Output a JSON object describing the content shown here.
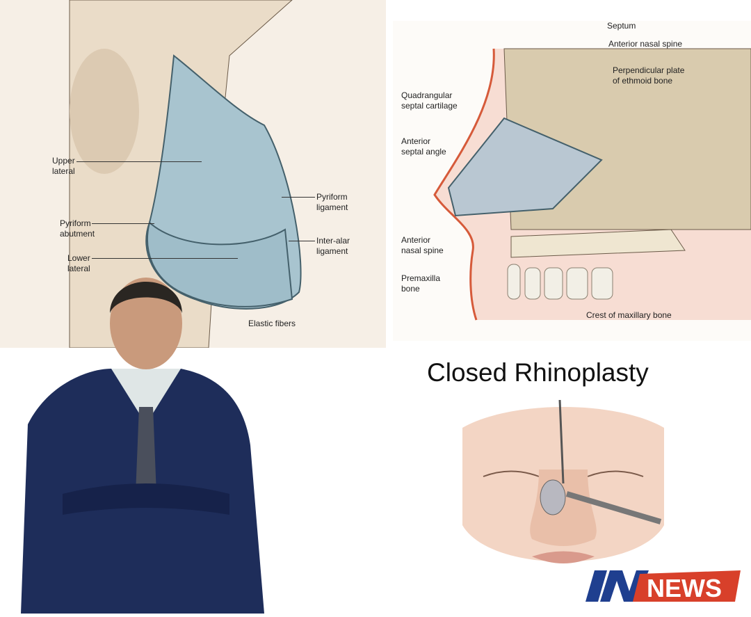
{
  "left_diagram": {
    "labels": {
      "upper_lateral": "Upper\nlateral",
      "pyriform_abutment": "Pyriform\nabutment",
      "lower_lateral": "Lower\nlateral",
      "pyriform_ligament": "Pyriform\nligament",
      "inter_alar_ligament": "Inter-alar\nligament",
      "elastic_fibers": "Elastic fibers"
    }
  },
  "right_diagram": {
    "labels": {
      "septum": "Septum",
      "anterior_nasal_spine_top": "Anterior nasal spine",
      "perpendicular_plate": "Perpendicular plate\nof ethmoid bone",
      "quadrangular": "Quadrangular\nseptal cartilage",
      "anterior_septal_angle": "Anterior\nseptal angle",
      "anterior_nasal_spine": "Anterior\nnasal spine",
      "premaxilla": "Premaxilla\nbone",
      "crest": "Crest of maxillary bone"
    }
  },
  "title": "Closed Rhinoplasty",
  "logo": {
    "prefix": "iN",
    "word": "NEWS",
    "colors": {
      "blue": "#1f3f8f",
      "red": "#d8402a"
    }
  }
}
